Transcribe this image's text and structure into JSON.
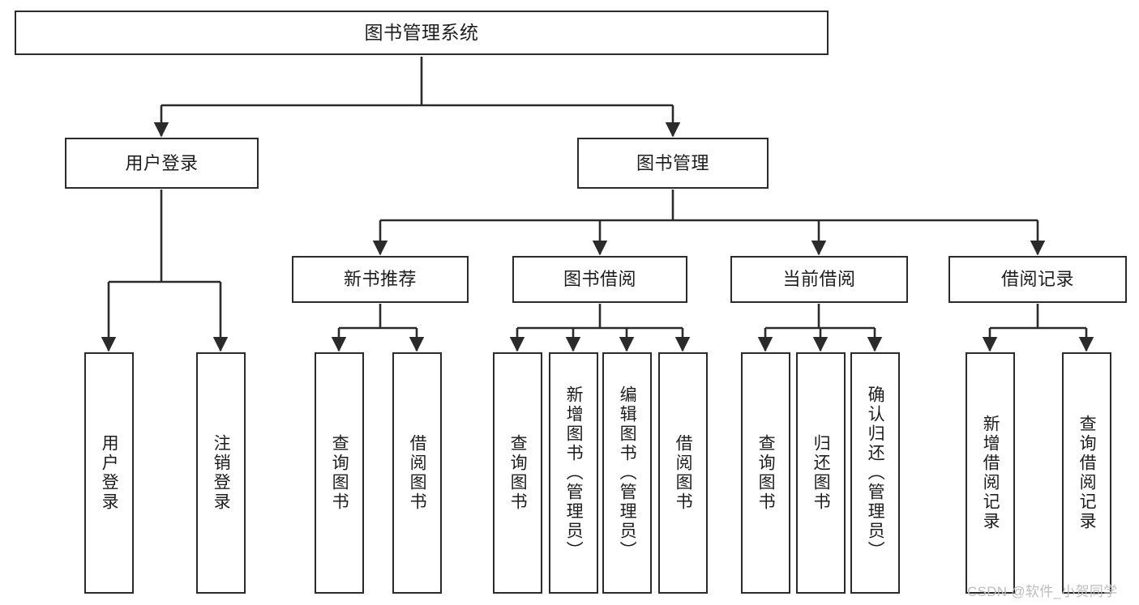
{
  "diagram": {
    "title": "图书管理系统",
    "type": "tree-hierarchy-chart",
    "root": {
      "label": "图书管理系统"
    },
    "level2": [
      {
        "label": "用户登录"
      },
      {
        "label": "图书管理"
      }
    ],
    "level3": [
      {
        "label": "新书推荐"
      },
      {
        "label": "图书借阅"
      },
      {
        "label": "当前借阅"
      },
      {
        "label": "借阅记录"
      }
    ],
    "leaves": {
      "user_login": [
        {
          "label": "用户登录"
        },
        {
          "label": "注销登录"
        }
      ],
      "new_book_recommend": [
        {
          "label": "查询图书"
        },
        {
          "label": "借阅图书"
        }
      ],
      "book_borrow": [
        {
          "label": "查询图书"
        },
        {
          "label": "新增图书（管理员）"
        },
        {
          "label": "编辑图书（管理员）"
        },
        {
          "label": "借阅图书"
        }
      ],
      "current_borrow": [
        {
          "label": "查询图书"
        },
        {
          "label": "归还图书"
        },
        {
          "label": "确认归还（管理员）"
        }
      ],
      "borrow_record": [
        {
          "label": "新增借阅记录"
        },
        {
          "label": "查询借阅记录"
        }
      ]
    }
  },
  "watermark": {
    "text": "CSDN @软件_小贺同学"
  },
  "colors": {
    "stroke": "#2b2b2b",
    "fill": "#ffffff",
    "text": "#1d1d1d",
    "watermark": "#bdbdbd"
  }
}
